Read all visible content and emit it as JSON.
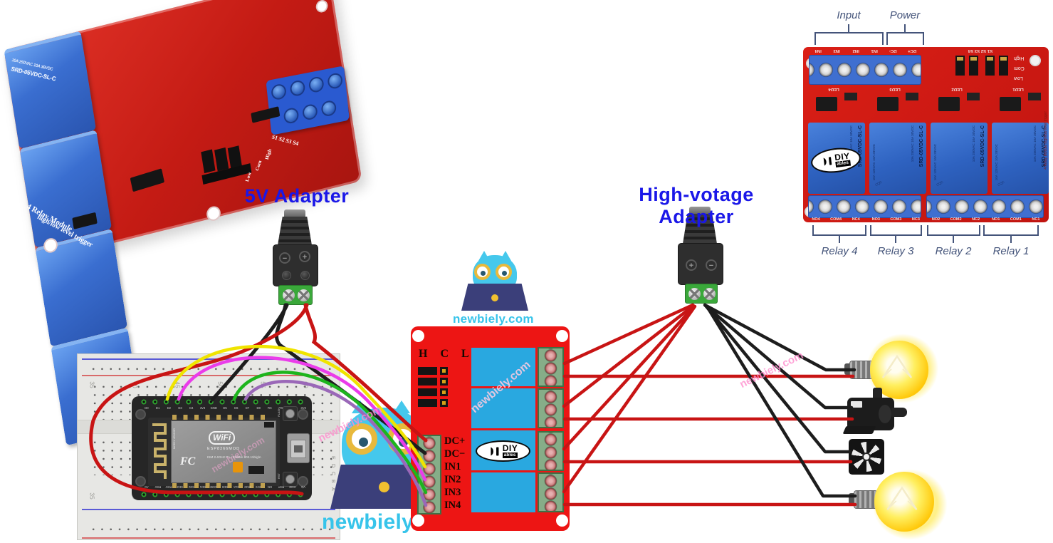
{
  "site": {
    "brand": "newbiely.com"
  },
  "watermark": "newbiely.com",
  "labels": {
    "adapter_5v": "5V Adapter",
    "adapter_hv": "High-votage Adapter",
    "input": "Input",
    "power": "Power",
    "relay_groups": [
      "Relay 4",
      "Relay 3",
      "Relay 2",
      "Relay 1"
    ]
  },
  "adapter": {
    "polarity_plus": "+",
    "polarity_minus": "−"
  },
  "top_right_module": {
    "input_terminals_display": [
      "IN4",
      "IN3",
      "IN2",
      "IN1",
      "DC-",
      "DC+"
    ],
    "jumper_label": "S1 S2 S3 S4",
    "level_labels": [
      "High",
      "Com",
      "Low"
    ],
    "led_labels": [
      "LED4",
      "LED3",
      "LED2",
      "LED1"
    ],
    "relay_model": "SRD-05VDC-SL-C",
    "relay_ratings": "10A 250VAC 10A 30VDC",
    "relay_ratings2": "10A 125VAC 10A 28VDC",
    "relay_cert": "CQC",
    "brand_main": "DIY",
    "brand_sub": "ables",
    "output_terminals": [
      "NO4",
      "COM4",
      "NC4",
      "NO3",
      "COM3",
      "NC3",
      "NO2",
      "COM2",
      "NC2",
      "NO1",
      "COM1",
      "NC1"
    ],
    "edge_text": "4 Relay Module high/low level trigger"
  },
  "center_module": {
    "jumper_header": "H C L",
    "control_terminals": [
      "DC+",
      "DC−",
      "IN1",
      "IN2",
      "IN3",
      "IN4"
    ],
    "brand_main": "DIY",
    "brand_sub": "ables"
  },
  "photo_module": {
    "relay_model": "SRD-05VDC-SL-C",
    "relay_ratings": "10A 250VAC 10A 30VDC",
    "silkscreen_line1": "4 Relay Module",
    "silkscreen_line2": "high/low level trigger",
    "jumper_label": "S1 S2 S3 S4",
    "level_labels": [
      "High",
      "Com",
      "Low"
    ]
  },
  "esp8266": {
    "top_pins": [
      "D0",
      "D1",
      "D2",
      "D3",
      "D4",
      "3V3",
      "GND",
      "D5",
      "D6",
      "D7",
      "D8",
      "RX",
      "TX",
      "GND",
      "3V3"
    ],
    "bottom_pins": [
      "A0",
      "RSV",
      "RSV",
      "SD3",
      "SD2",
      "SD1",
      "CMD",
      "SD0",
      "CLK",
      "GND",
      "3V3",
      "EN",
      "RST",
      "GND",
      "Vin"
    ],
    "wifi_badge": "WiFi",
    "module_name": "ESP8266MOD",
    "vendor_text": "MODEL VENDOR",
    "fcc": "FC",
    "radio_text": "ISM 2.4GHz PA +25dBm 802.11b/g/n",
    "buttons": [
      "FLASH",
      "RST"
    ]
  },
  "breadboard": {
    "row_numbers": [
      "35",
      "40",
      "45",
      "50",
      "55",
      "60"
    ],
    "column_letters": [
      "E",
      "D",
      "C",
      "B",
      "A"
    ]
  },
  "loads": [
    "light-bulb",
    "water-pump",
    "fan",
    "light-bulb"
  ],
  "wire_colors": {
    "power_positive": "#c81414",
    "power_negative": "#1d1d1d",
    "in1": "#f0e400",
    "in2": "#ea3cea",
    "in3": "#1db51d",
    "in4": "#9a68b8"
  }
}
